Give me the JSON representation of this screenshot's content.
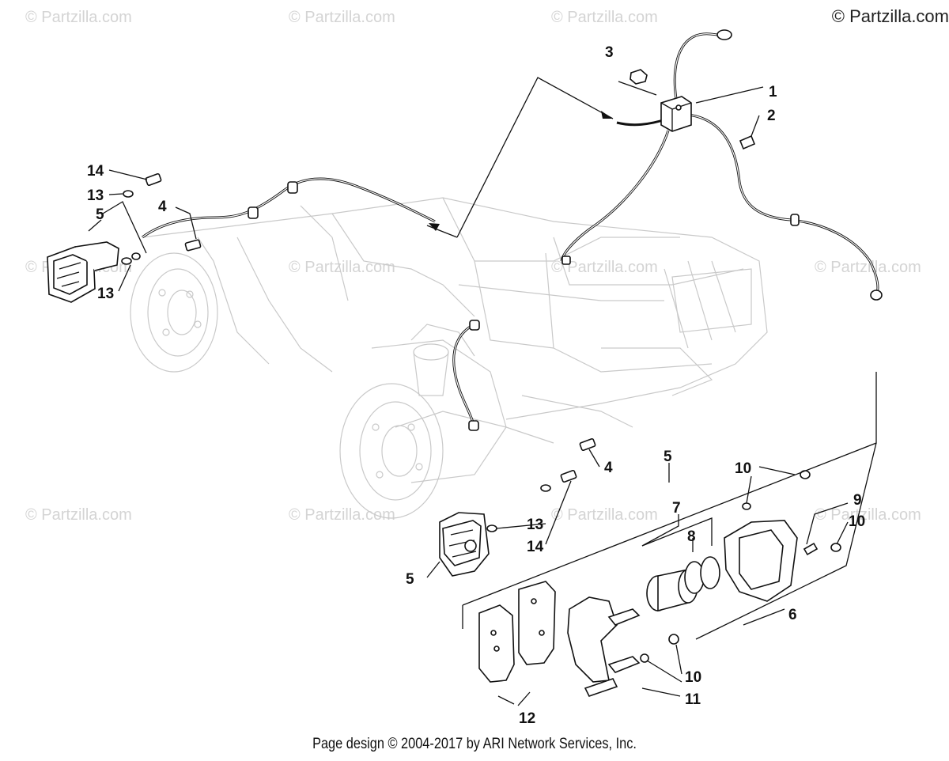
{
  "copyright_corner": "© Partzilla.com",
  "watermark": "© Partzilla.com",
  "footer": "Page design © 2004-2017 by ARI Network Services, Inc.",
  "callouts": {
    "c1": "1",
    "c2": "2",
    "c3": "3",
    "c4a": "4",
    "c4b": "4",
    "c5a": "5",
    "c5b": "5",
    "c5c": "5",
    "c6": "6",
    "c7": "7",
    "c8": "8",
    "c9": "9",
    "c10a": "10",
    "c10b": "10",
    "c10c": "10",
    "c11": "11",
    "c12": "12",
    "c13a": "13",
    "c13b": "13",
    "c13c": "13",
    "c14a": "14",
    "c14b": "14"
  }
}
